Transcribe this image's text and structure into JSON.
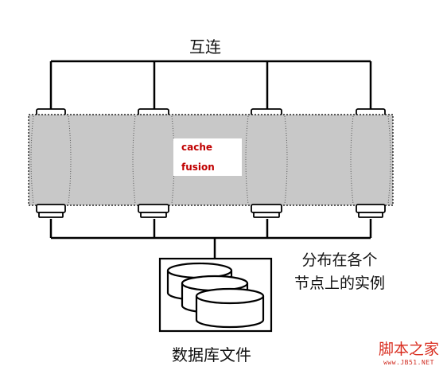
{
  "labels": {
    "interconnect": "互连",
    "cache_fusion_line1": "cache",
    "cache_fusion_line2": "fusion",
    "distributed_instances_line1": "分布在各个",
    "distributed_instances_line2": "节点上的实例",
    "database_files": "数据库文件"
  },
  "watermark": {
    "text": "脚本之家",
    "url": "www.JB51.NET"
  },
  "node_count": 4,
  "database_cylinder_count": 3,
  "colors": {
    "cluster_band": "#c8c8c8",
    "line": "#000000",
    "cache_text": "#c00000",
    "watermark": "#d92d1f"
  }
}
